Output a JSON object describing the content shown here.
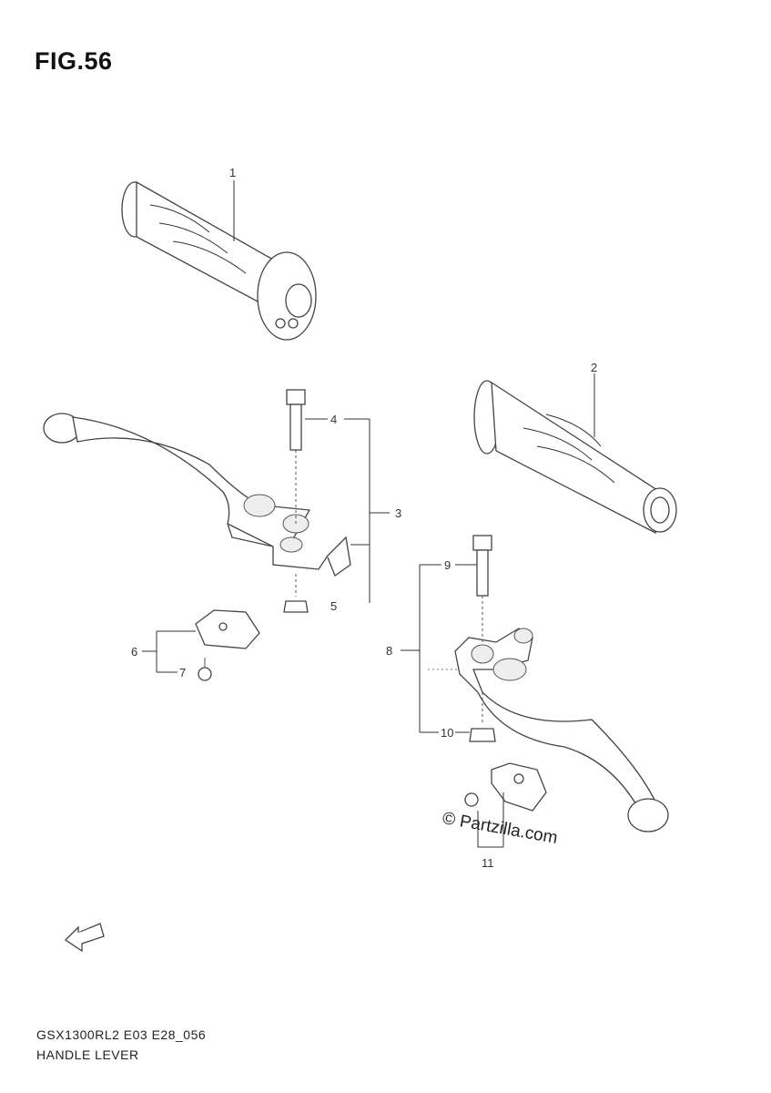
{
  "figure": {
    "title": "FIG.56",
    "code": "GSX1300RL2 E03 E28_056",
    "caption": "HANDLE LEVER",
    "copyright": "© Partzilla.com",
    "fwd_label": "FWD"
  },
  "callouts": {
    "c1": "1",
    "c2": "2",
    "c3": "3",
    "c4": "4",
    "c5": "5",
    "c6": "6",
    "c7": "7",
    "c8": "8",
    "c9": "9",
    "c10": "10",
    "c11": "11"
  }
}
